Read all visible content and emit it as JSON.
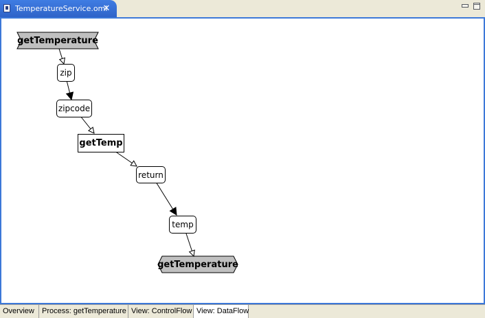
{
  "editor": {
    "tab_title": "TemperatureService.oml",
    "close_glyph": "✕"
  },
  "diagram": {
    "start_event": "getTemperature",
    "nodes": {
      "zip": "zip",
      "zipcode": "zipcode",
      "getTemp": "getTemp",
      "return": "return",
      "temp": "temp"
    },
    "end_event": "getTemperature"
  },
  "bottom_tabs": [
    {
      "label": "Overview"
    },
    {
      "label": "Process: getTemperature"
    },
    {
      "label": "View: ControlFlow"
    },
    {
      "label": "View: DataFlow",
      "active": true
    }
  ],
  "colors": {
    "tab_blue": "#3f7de3",
    "canvas_border": "#3c78d8",
    "event_fill": "#c0c0c0"
  }
}
